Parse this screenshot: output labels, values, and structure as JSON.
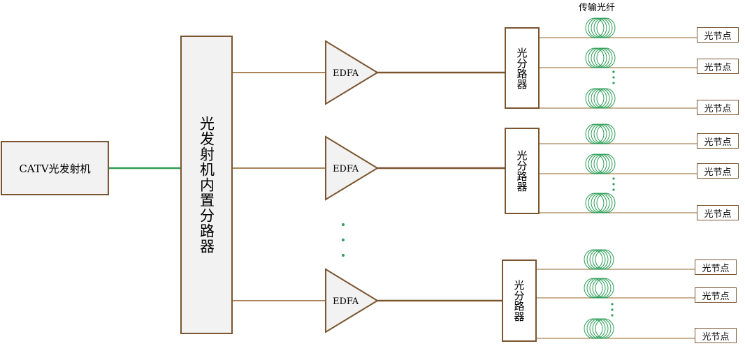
{
  "transmitter": {
    "label": "CATV光发射机"
  },
  "main_splitter": {
    "label": "光发射机内置分路器"
  },
  "fiber_label": "传输光纤",
  "amplifier_label": "EDFA",
  "splitter_label": "光分路器",
  "node_label": "光节点",
  "colors": {
    "box_border": "#7a5530",
    "line": "#a98458",
    "fiber": "#2e9e58",
    "box_fill": "#f2f2f2"
  },
  "branches": [
    {
      "amplifier": "EDFA",
      "splitter": "光分路器",
      "nodes": [
        "光节点",
        "光节点",
        "光节点"
      ]
    },
    {
      "amplifier": "EDFA",
      "splitter": "光分路器",
      "nodes": [
        "光节点",
        "光节点",
        "光节点"
      ]
    },
    {
      "amplifier": "EDFA",
      "splitter": "光分路器",
      "nodes": [
        "光节点",
        "光节点",
        "光节点"
      ]
    }
  ]
}
